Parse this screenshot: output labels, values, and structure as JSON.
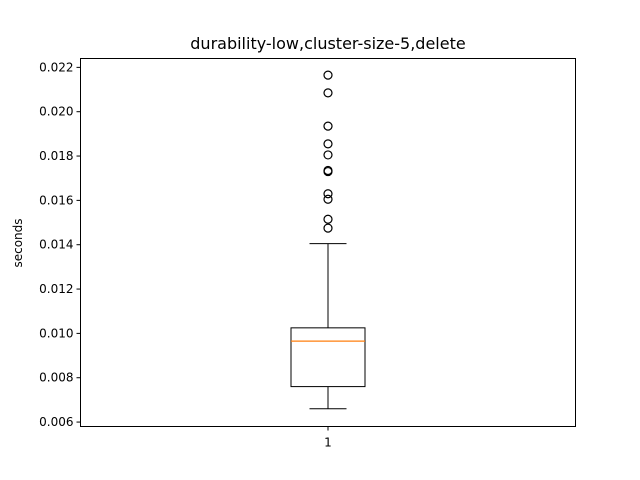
{
  "chart_data": {
    "type": "box",
    "title": "durability-low,cluster-size-5,delete",
    "xlabel": "",
    "ylabel": "seconds",
    "ylim": [
      0.0058,
      0.0224
    ],
    "yticks": [
      "0.006",
      "0.008",
      "0.010",
      "0.012",
      "0.014",
      "0.016",
      "0.018",
      "0.020",
      "0.022"
    ],
    "categories": [
      "1"
    ],
    "box": {
      "whisker_low": 0.0066,
      "q1": 0.0076,
      "median": 0.00965,
      "q3": 0.01025,
      "whisker_high": 0.01405
    },
    "outliers": [
      0.01475,
      0.01515,
      0.01605,
      0.0163,
      0.0173,
      0.01735,
      0.01805,
      0.01855,
      0.01935,
      0.02085,
      0.02165
    ],
    "colors": {
      "median": "#ff7f0e",
      "box": "#000000"
    }
  }
}
